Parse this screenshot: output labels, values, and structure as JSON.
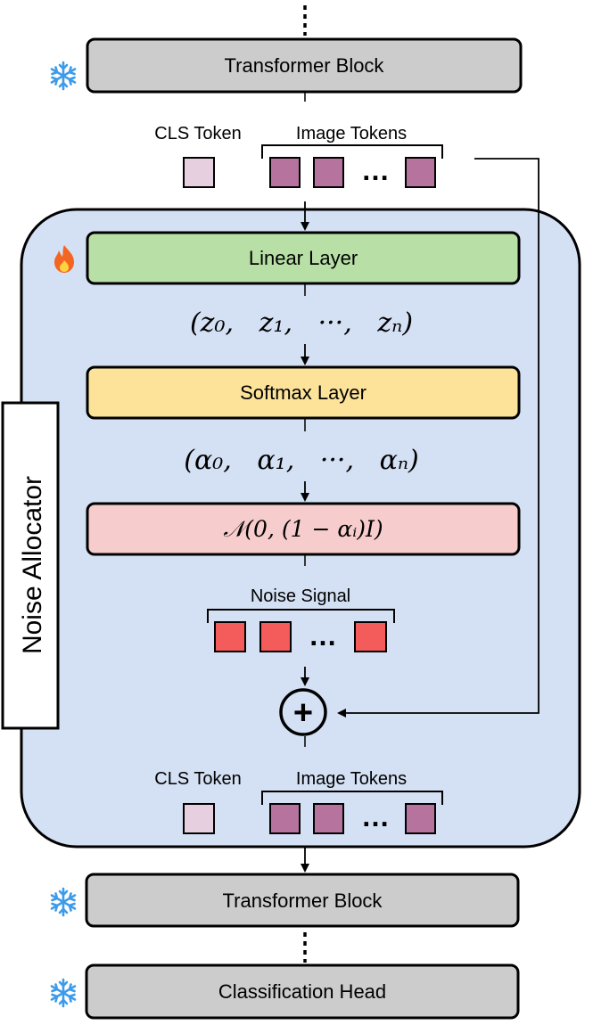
{
  "top_block": {
    "label": "Transformer Block"
  },
  "input_tokens": {
    "cls_label": "CLS Token",
    "image_label": "Image Tokens",
    "ellipsis": "…"
  },
  "noise_allocator": {
    "title": "Noise Allocator",
    "linear_label": "Linear Layer",
    "z_sequence": "(z₀,   z₁,   ···,   zₙ)",
    "softmax_label": "Softmax Layer",
    "alpha_sequence": "(α₀,   α₁,   ···,   αₙ)",
    "gaussian_label": "𝒩(0, (1 − αᵢ)I)",
    "noise_label": "Noise Signal",
    "noise_ellipsis": "…",
    "plus_symbol": "+",
    "out_cls_label": "CLS Token",
    "out_image_label": "Image Tokens",
    "out_ellipsis": "…"
  },
  "bottom_block": {
    "label": "Transformer Block"
  },
  "head_block": {
    "label": "Classification Head"
  },
  "icons": {
    "frozen": "snowflake-icon",
    "trainable": "flame-icon"
  },
  "colors": {
    "gray_block": "#cccccc",
    "allocator_bg": "#d4e0f3",
    "linear": "#b8e0a6",
    "softmax": "#fde39a",
    "gaussian": "#f6cccc",
    "cls_token": "#e6d0e0",
    "image_token": "#b5739d",
    "noise_token": "#f45b5b",
    "snowflake": "#3d9be9",
    "flame": "#f26522"
  }
}
